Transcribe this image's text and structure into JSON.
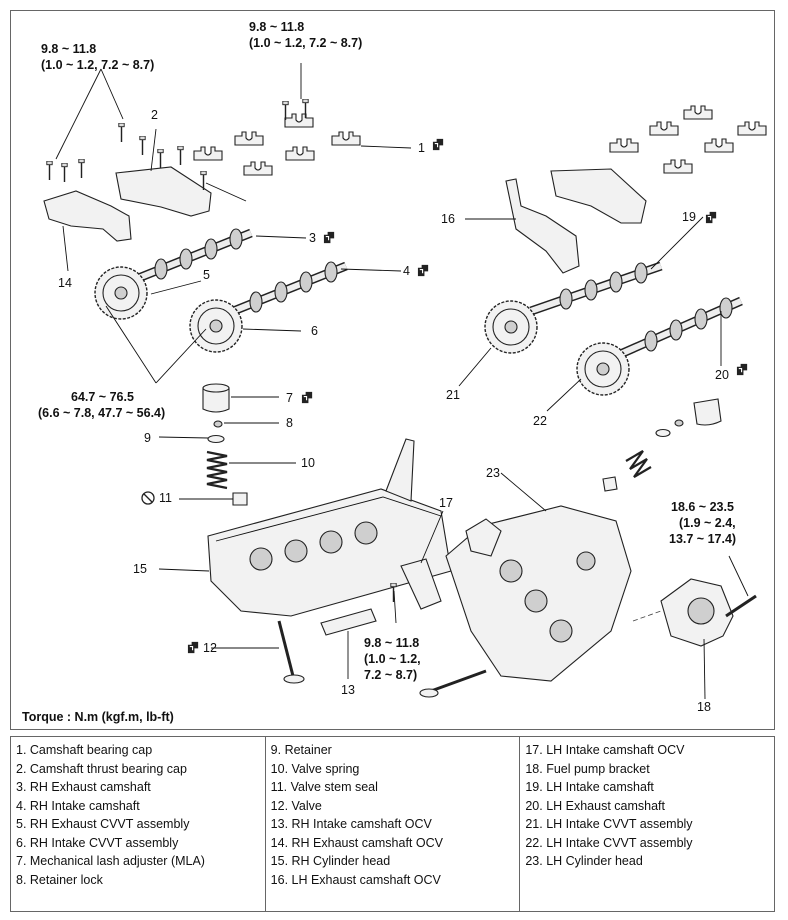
{
  "torque_note": "Torque : N.m (kgf.m, lb-ft)",
  "torque_values": {
    "top_left": [
      "9.8 ~ 11.8",
      "(1.0 ~ 1.2, 7.2 ~ 8.7)"
    ],
    "top_center": [
      "9.8 ~ 11.8",
      "(1.0 ~ 1.2, 7.2 ~ 8.7)"
    ],
    "cvvt": [
      "64.7 ~ 76.5",
      "(6.6 ~ 7.8, 47.7 ~ 56.4)"
    ],
    "ocv_bolt": [
      "9.8 ~ 11.8",
      "(1.0 ~ 1.2,",
      "7.2 ~ 8.7)"
    ],
    "pump_bracket": [
      "18.6 ~ 23.5",
      "(1.9 ~ 2.4,",
      "13.7 ~ 17.4)"
    ]
  },
  "callouts": [
    "1",
    "2",
    "3",
    "4",
    "5",
    "6",
    "7",
    "8",
    "9",
    "10",
    "11",
    "12",
    "13",
    "14",
    "15",
    "16",
    "17",
    "18",
    "19",
    "20",
    "21",
    "22",
    "23"
  ],
  "legend": {
    "col1": [
      "1. Camshaft bearing cap",
      "2. Camshaft thrust bearing cap",
      "3. RH Exhaust camshaft",
      "4. RH Intake camshaft",
      "5. RH Exhaust CVVT assembly",
      "6. RH Intake CVVT assembly",
      "7. Mechanical lash adjuster (MLA)",
      "8. Retainer lock"
    ],
    "col2": [
      "9. Retainer",
      "10. Valve spring",
      "11. Valve stem seal",
      "12. Valve",
      "13. RH Intake camshaft OCV",
      "14. RH Exhaust camshaft OCV",
      "15. RH Cylinder head",
      "16. LH Exhaust camshaft OCV"
    ],
    "col3": [
      "17. LH Intake camshaft OCV",
      "18. Fuel pump bracket",
      "19. LH Intake camshaft",
      "20. LH Exhaust camshaft",
      "21. LH Intake CVVT assembly",
      "22. LH Intake CVVT assembly",
      "23. LH Cylinder head"
    ]
  }
}
